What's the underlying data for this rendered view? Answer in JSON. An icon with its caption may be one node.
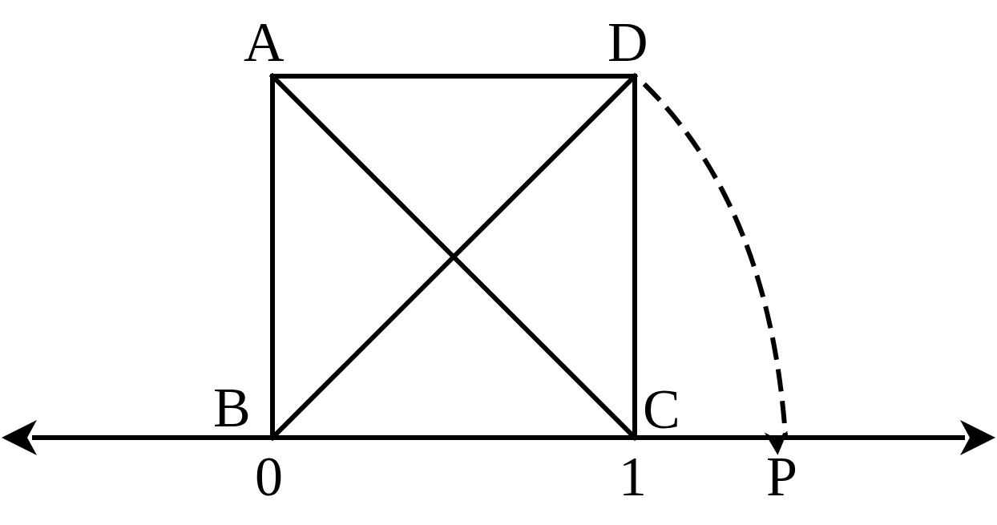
{
  "diagram": {
    "nodes": [
      {
        "text": [
          "A"
        ]
      },
      {
        "text": [
          "B"
        ]
      },
      {
        "text": [
          "C"
        ]
      },
      {
        "text": [
          "D"
        ]
      },
      {
        "text": [
          "P"
        ]
      }
    ],
    "edges": [
      {
        "from": 0,
        "to": 3,
        "arrow": "none"
      },
      {
        "from": 0,
        "to": 1,
        "arrow": "none"
      },
      {
        "from": 3,
        "to": 2,
        "arrow": "none"
      },
      {
        "from": 1,
        "to": 2,
        "arrow": "none"
      },
      {
        "from": 0,
        "to": 2,
        "arrow": "none"
      },
      {
        "from": 1,
        "to": 3,
        "arrow": "none"
      },
      {
        "from": 3,
        "to": 4,
        "arrow": "to",
        "style": "dashed"
      }
    ],
    "labels": [
      "0",
      "1"
    ]
  }
}
